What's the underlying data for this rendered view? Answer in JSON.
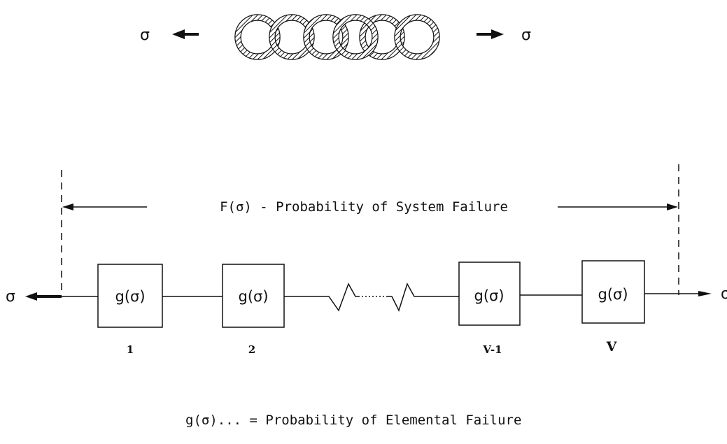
{
  "chain": {
    "left_load": "σ",
    "right_load": "σ"
  },
  "system": {
    "bracket_label": "F(σ) -  Probability of System Failure",
    "left_load": "σ",
    "right_load": "σ"
  },
  "elements": [
    {
      "function_label": "g(σ)",
      "index_label": "1"
    },
    {
      "function_label": "g(σ)",
      "index_label": "2"
    },
    {
      "function_label": "g(σ)",
      "index_label": "V-1"
    },
    {
      "function_label": "g(σ)",
      "index_label": "V"
    }
  ],
  "legend": {
    "text": "g(σ)... = Probability of Elemental Failure"
  }
}
